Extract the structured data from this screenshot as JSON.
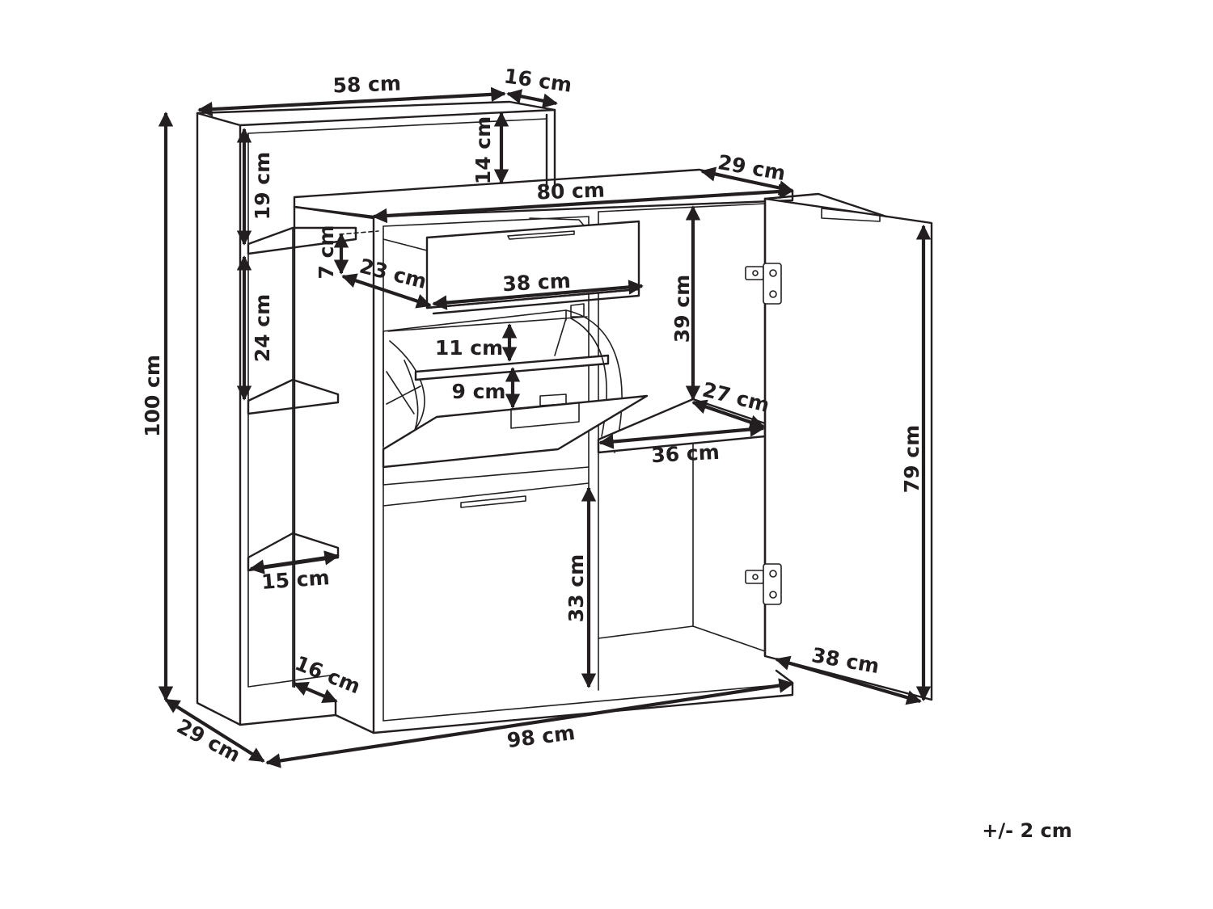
{
  "dimensions": {
    "top_shelf_width": "58 cm",
    "top_shelf_depth": "16 cm",
    "top_opening_height": "14 cm",
    "upper_left_height": "19 cm",
    "total_height": "100 cm",
    "cabinet_width": "80 cm",
    "cabinet_depth": "29 cm",
    "drawer_height": "7 cm",
    "drawer_depth": "23 cm",
    "drawer_width": "38 cm",
    "cabinet_inner_height": "39 cm",
    "left_column_height": "24 cm",
    "flap_shelf_gap": "11 cm",
    "flap_lower_gap": "9 cm",
    "inner_shelf_depth": "27 cm",
    "inner_shelf_width": "36 cm",
    "door_height": "79 cm",
    "side_shelf_depth": "15 cm",
    "lower_compartment_height": "33 cm",
    "base_shelf_depth": "16 cm",
    "door_width": "38 cm",
    "base_depth": "29 cm",
    "total_width": "98 cm"
  },
  "tolerance": "+/- 2 cm"
}
